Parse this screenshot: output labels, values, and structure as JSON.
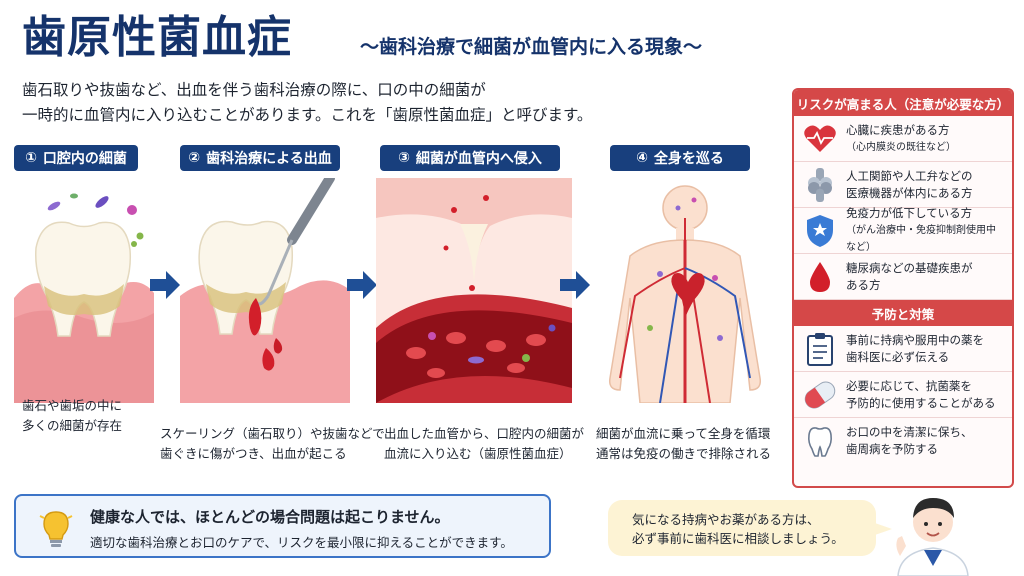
{
  "header": {
    "title": "歯原性菌血症",
    "subtitle": "〜歯科治療で細菌が血管内に入る現象〜",
    "intro_line1": "歯石取りや抜歯など、出血を伴う歯科治療の際に、口の中の細菌が",
    "intro_line2": "一時的に血管内に入り込むことがあります。これを「歯原性菌血症」と呼びます。"
  },
  "steps": [
    {
      "num": "①",
      "label": "口腔内の細菌",
      "caption1": "歯石や歯垢の中に",
      "caption2": "多くの細菌が存在"
    },
    {
      "num": "②",
      "label": "歯科治療による出血",
      "caption1": "スケーリング（歯石取り）や抜歯などで",
      "caption2": "歯ぐきに傷がつき、出血が起こる"
    },
    {
      "num": "③",
      "label": "細菌が血管内へ侵入",
      "caption1": "出血した血管から、口腔内の細菌が",
      "caption2": "血流に入り込む（歯原性菌血症）"
    },
    {
      "num": "④",
      "label": "全身を巡る",
      "caption1": "細菌が血流に乗って全身を循環",
      "caption2": "通常は免疫の働きで排除される"
    }
  ],
  "risk": {
    "heading": "リスクが高まる人（注意が必要な方）",
    "items": [
      {
        "icon": "heart-icon",
        "line1": "心臓に疾患がある方",
        "line2": "（心内膜炎の既往など）"
      },
      {
        "icon": "joint-icon",
        "line1": "人工関節や人工弁などの",
        "line2": "医療機器が体内にある方"
      },
      {
        "icon": "shield-icon",
        "line1": "免疫力が低下している方",
        "line2": "（がん治療中・免疫抑制剤使用中など）"
      },
      {
        "icon": "blood-drop-icon",
        "line1": "糖尿病などの基礎疾患が",
        "line2": "ある方"
      }
    ]
  },
  "prevention": {
    "heading": "予防と対策",
    "items": [
      {
        "icon": "clipboard-icon",
        "line1": "事前に持病や服用中の薬を",
        "line2": "歯科医に必ず伝える"
      },
      {
        "icon": "capsule-icon",
        "line1": "必要に応じて、抗菌薬を",
        "line2": "予防的に使用することがある"
      },
      {
        "icon": "tooth-icon",
        "line1": "お口の中を清潔に保ち、",
        "line2": "歯周病を予防する"
      }
    ]
  },
  "note": {
    "main": "健康な人では、ほとんどの場合問題は起こりません。",
    "sub": "適切な歯科治療とお口のケアで、リスクを最小限に抑えることができます。"
  },
  "bubble": {
    "line1": "気になる持病やお薬がある方は、",
    "line2": "必ず事前に歯科医に相談しましょう。"
  },
  "colors": {
    "navy": "#15336b",
    "step_bg": "#183f7d",
    "risk_red": "#d54848",
    "note_blue": "#3c74c7",
    "bubble_yellow": "#fdf3d4"
  }
}
